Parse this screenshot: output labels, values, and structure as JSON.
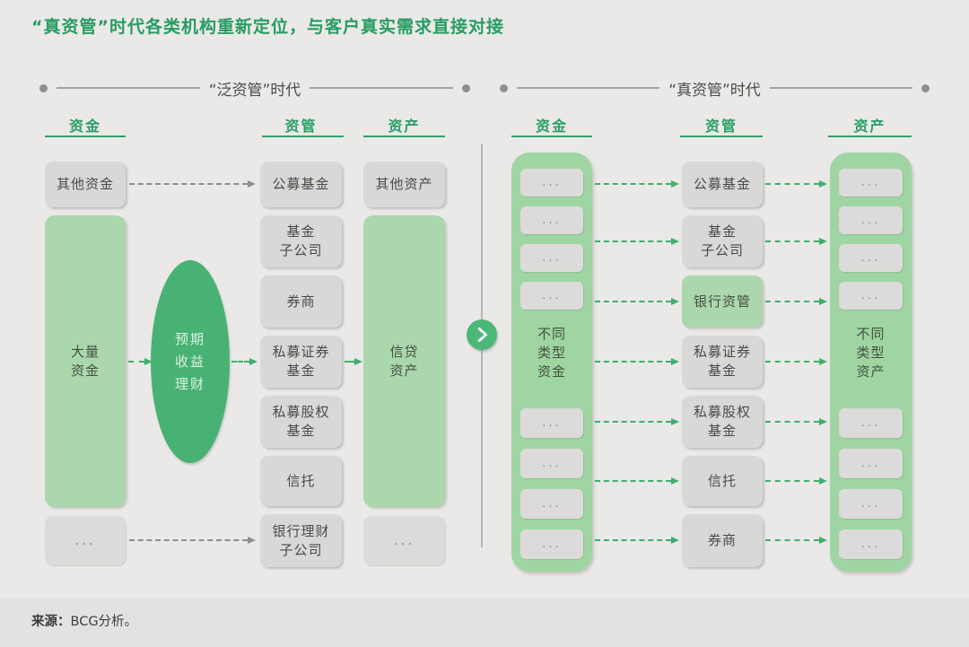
{
  "title": "“真资管”时代各类机构重新定位，与客户真实需求直接对接",
  "eras": {
    "left": "“泛资管”时代",
    "right": "“真资管”时代"
  },
  "columns": {
    "funds": "资金",
    "managers": "资管",
    "assets": "资产"
  },
  "dots": "...",
  "left": {
    "funds_top": "其他资金",
    "funds_main": "大量\n资金",
    "ellipse": "预期\n收益\n理财",
    "managers": [
      "公募基金",
      "基金\n子公司",
      "券商",
      "私募证券\n基金",
      "私募股权\n基金",
      "信托",
      "银行理财\n子公司"
    ],
    "assets_top": "其他资产",
    "assets_main": "信贷\n资产"
  },
  "right": {
    "funds_label": "不同\n类型\n资金",
    "managers": [
      "公募基金",
      "基金\n子公司",
      "银行资管",
      "私募证券\n基金",
      "私募股权\n基金",
      "信托",
      "券商"
    ],
    "highlighted_manager": "银行资管",
    "assets_label": "不同\n类型\n资产"
  },
  "footer": {
    "source_label": "来源：",
    "source_text": "BCG分析。"
  },
  "colors": {
    "title_green": "#289c62",
    "header_green": "#2a9e64",
    "light_green_box": "#abd7ad",
    "container_green": "#9fd5a3",
    "accent_green": "#48b274",
    "arrow_green": "#3fae6e",
    "arrow_gray": "#8e8e8c",
    "gray_box": "#d9d8d6",
    "background": "#eae9e7"
  }
}
